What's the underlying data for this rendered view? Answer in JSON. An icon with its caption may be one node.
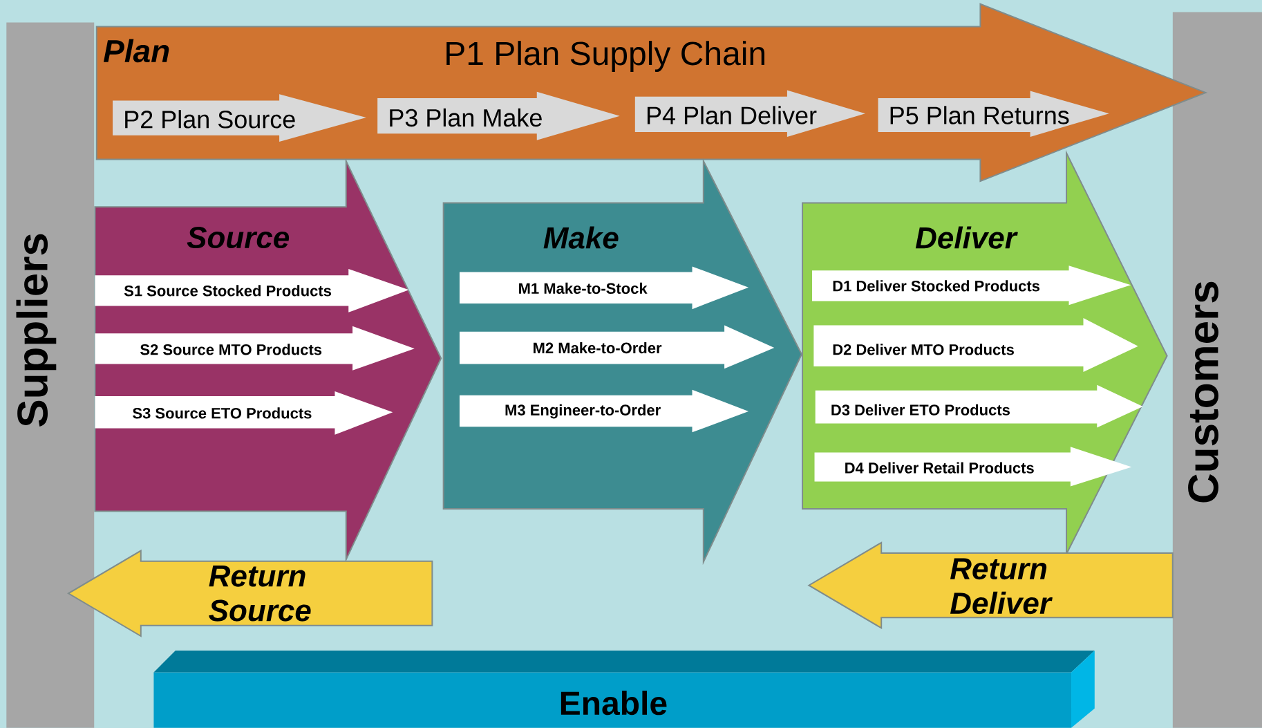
{
  "diagram": {
    "nodes": [
      {
        "text": [
          "Suppliers"
        ]
      },
      {
        "text": [
          "Plan",
          "P1 Plan Supply Chain"
        ]
      },
      {
        "text": [
          "P2 Plan Source"
        ],
        "in": 1
      },
      {
        "text": [
          "P3 Plan Make"
        ],
        "in": 1
      },
      {
        "text": [
          "P4 Plan Deliver"
        ],
        "in": 1
      },
      {
        "text": [
          "P5 Plan Returns"
        ],
        "in": 1
      },
      {
        "text": [
          "Source"
        ]
      },
      {
        "text": [
          "S1 Source Stocked Products"
        ],
        "in": 6
      },
      {
        "text": [
          "S2 Source MTO Products"
        ],
        "in": 6
      },
      {
        "text": [
          "S3 Source ETO Products"
        ],
        "in": 6
      },
      {
        "text": [
          "Make"
        ]
      },
      {
        "text": [
          "M1 Make-to-Stock"
        ],
        "in": 10
      },
      {
        "text": [
          "M2 Make-to-Order"
        ],
        "in": 10
      },
      {
        "text": [
          "M3 Engineer-to-Order"
        ],
        "in": 10
      },
      {
        "text": [
          "Deliver"
        ]
      },
      {
        "text": [
          "D1 Deliver Stocked Products"
        ],
        "in": 14
      },
      {
        "text": [
          "D2 Deliver MTO Products"
        ],
        "in": 14
      },
      {
        "text": [
          "D3 Deliver ETO Products"
        ],
        "in": 14
      },
      {
        "text": [
          "D4 Deliver Retail Products"
        ],
        "in": 14
      },
      {
        "text": [
          "Return Source"
        ]
      },
      {
        "text": [
          "Return Deliver"
        ]
      },
      {
        "text": [
          "Enable"
        ]
      },
      {
        "text": [
          "Customers"
        ]
      }
    ]
  }
}
